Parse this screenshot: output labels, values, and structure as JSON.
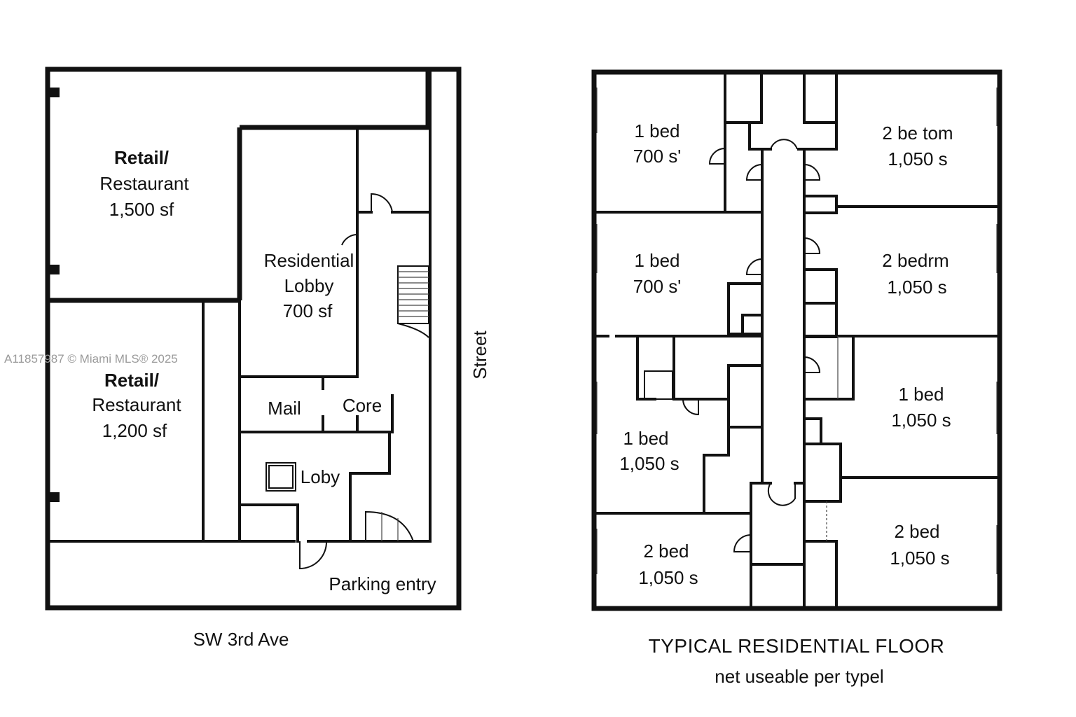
{
  "watermark": "A11857987 © Miami MLS® 2025",
  "ground_floor": {
    "rooms": [
      {
        "name": "Retail/",
        "line2": "Restaurant",
        "area": "1,500 sf"
      },
      {
        "name": "Retail/",
        "line2": "Restaurant",
        "area": "1,200 sf"
      },
      {
        "name": "Residential",
        "line2": "Lobby",
        "area": "700 sf"
      },
      {
        "name": "Mail"
      },
      {
        "name": "Core"
      },
      {
        "name": "Loby"
      },
      {
        "name": "Parking entry"
      }
    ],
    "street_label": "Street",
    "avenue_label": "SW 3rd Ave"
  },
  "residential_floor": {
    "units": [
      {
        "name": "1 bed",
        "area": "700 s'"
      },
      {
        "name": "2 be tom",
        "area": "1,050 s"
      },
      {
        "name": "1 bed",
        "area": "700 s'"
      },
      {
        "name": "2 bedrm",
        "area": "1,050 s"
      },
      {
        "name": "1 bed",
        "area": "1,050 s"
      },
      {
        "name": "1 bed",
        "area": "1,050 s"
      },
      {
        "name": "2 bed",
        "area": "1,050 s"
      },
      {
        "name": "2 bed",
        "area": "1,050 s"
      }
    ],
    "title": "TYPICAL RESIDENTIAL FLOOR",
    "subtitle": "net useable per typel"
  }
}
